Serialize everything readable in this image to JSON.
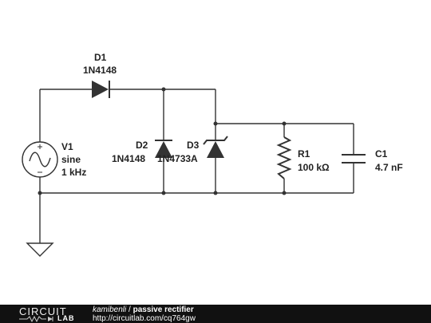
{
  "schematic": {
    "components": {
      "v1": {
        "ref": "V1",
        "type": "sine",
        "value": "1 kHz"
      },
      "d1": {
        "ref": "D1",
        "part": "1N4148"
      },
      "d2": {
        "ref": "D2",
        "part": "1N4148"
      },
      "d3": {
        "ref": "D3",
        "part": "1N4733A"
      },
      "r1": {
        "ref": "R1",
        "value": "100 kΩ"
      },
      "c1": {
        "ref": "C1",
        "value": "4.7 nF"
      }
    },
    "wire_color": "#333333",
    "component_color": "#333333"
  },
  "footer": {
    "logo_top": "CIRCUIT",
    "logo_bottom": "LAB",
    "author": "kamibenli",
    "separator": " / ",
    "title": "passive rectifier",
    "url": "http://circuitlab.com/cq764gw",
    "background": "#111111"
  }
}
